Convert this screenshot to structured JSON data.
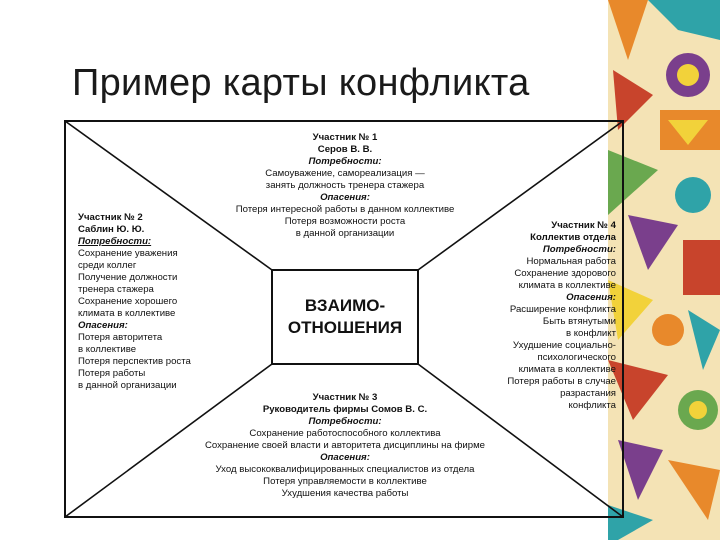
{
  "slide": {
    "title": "Пример карты конфликта"
  },
  "center": {
    "line1": "ВЗАИМО-",
    "line2": "ОТНОШЕНИЯ"
  },
  "p1": {
    "head": "Участник № 1",
    "name": "Серов В. В.",
    "needs_label": "Потребности:",
    "needs": [
      "Самоуважение, самореализация —",
      "занять должность тренера стажера"
    ],
    "fears_label": "Опасения:",
    "fears": [
      "Потеря интересной работы в данном коллективе",
      "Потеря возможности роста",
      "в данной организации"
    ]
  },
  "p2": {
    "head": "Участник № 2",
    "name": "Саблин Ю. Ю.",
    "needs_label": "Потребности:",
    "needs": [
      "Сохранение уважения",
      "среди коллег",
      "Получение должности",
      "тренера стажера",
      "Сохранение хорошего",
      "климата в коллективе"
    ],
    "fears_label": "Опасения:",
    "fears": [
      "Потеря авторитета",
      "в коллективе",
      "Потеря перспектив роста",
      "Потеря работы",
      "в данной организации"
    ]
  },
  "p3": {
    "head": "Участник № 3",
    "name": "Руководитель фирмы Сомов В. С.",
    "needs_label": "Потребности:",
    "needs": [
      "Сохранение работоспособного коллектива",
      "Сохранение своей власти и авторитета дисциплины на фирме"
    ],
    "fears_label": "Опасения:",
    "fears": [
      "Уход высококвалифицированных специалистов из отдела",
      "Потеря управляемости в коллективе",
      "Ухудшения качества работы"
    ]
  },
  "p4": {
    "head": "Участник № 4",
    "name": "Коллектив отдела",
    "needs_label": "Потребности:",
    "needs": [
      "Нормальная работа",
      "Сохранение здорового",
      "климата в коллективе"
    ],
    "fears_label": "Опасения:",
    "fears": [
      "Расширение конфликта",
      "Быть втянутыми",
      "в конфликт",
      "Ухудшение социально-",
      "психологического",
      "климата в коллективе",
      "Потеря работы в случае",
      "разрастания",
      "конфликта"
    ]
  },
  "colors": {
    "line": "#111111",
    "deco_orange": "#e8892b",
    "deco_yellow": "#f2d23a",
    "deco_teal": "#2fa3a8",
    "deco_purple": "#7a3f8c",
    "deco_green": "#6aa84f",
    "deco_red": "#c8442c"
  }
}
